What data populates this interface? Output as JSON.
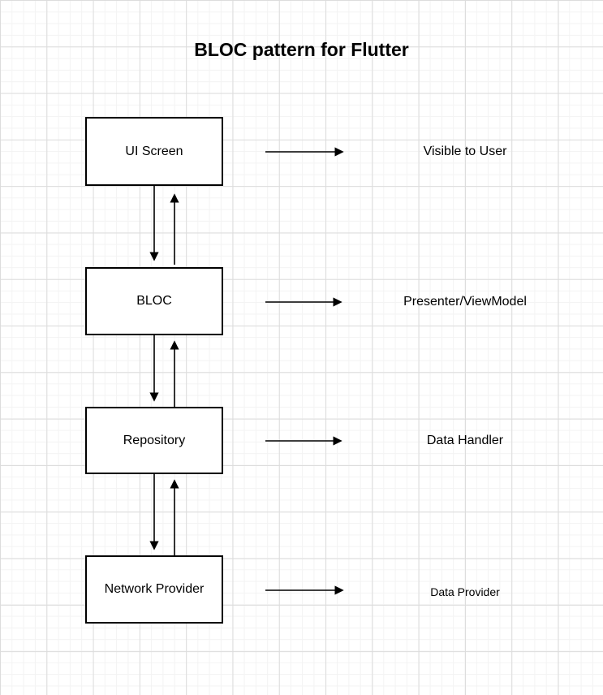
{
  "title": "BLOC pattern for Flutter",
  "nodes": [
    {
      "label": "UI Screen",
      "annotation": "Visible to User"
    },
    {
      "label": "BLOC",
      "annotation": "Presenter/ViewModel"
    },
    {
      "label": "Repository",
      "annotation": "Data Handler"
    },
    {
      "label": "Network Provider",
      "annotation": "Data Provider"
    }
  ],
  "colors": {
    "line": "#000000",
    "box_fill": "#ffffff",
    "box_border": "#000000",
    "text": "#000000",
    "grid_minor": "#f3f3f3",
    "grid_major": "#dcdcdc",
    "background": "#ffffff"
  }
}
